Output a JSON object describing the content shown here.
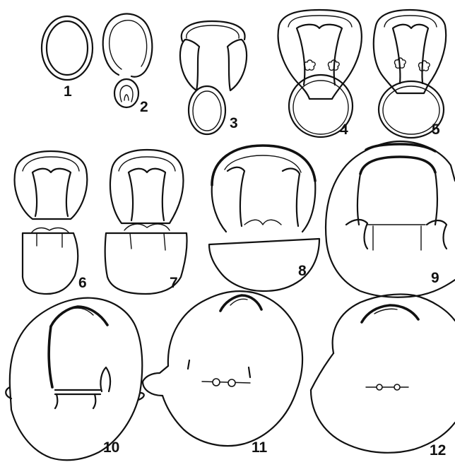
{
  "figure": {
    "panels": [
      {
        "label": "1"
      },
      {
        "label": "2"
      },
      {
        "label": "3"
      },
      {
        "label": "4"
      },
      {
        "label": "5"
      },
      {
        "label": "6"
      },
      {
        "label": "7"
      },
      {
        "label": "8"
      },
      {
        "label": "9"
      },
      {
        "label": "10"
      },
      {
        "label": "11"
      },
      {
        "label": "12"
      }
    ]
  }
}
